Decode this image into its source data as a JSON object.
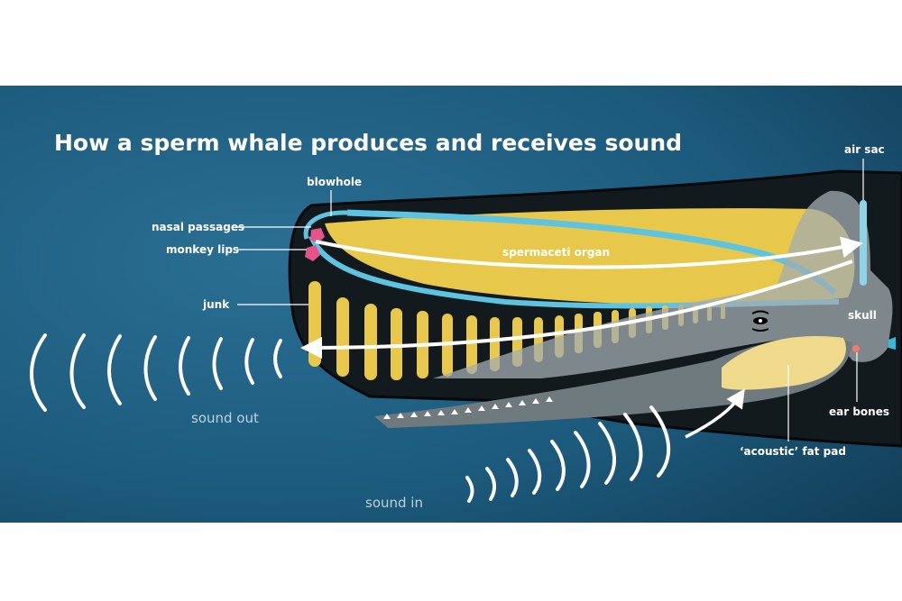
{
  "title": "How a sperm whale produces and receives sound",
  "labels": {
    "blowhole": "blowhole",
    "nasal_passages": "nasal passages",
    "monkey_lips": "monkey lips",
    "junk": "junk",
    "spermaceti_organ": "spermaceti organ",
    "air_sac": "air sac",
    "skull": "skull",
    "ear_bones": "ear bones",
    "acoustic_fat_pad": "‘acoustic’ fat pad",
    "sound_out": "sound out",
    "sound_in": "sound in"
  },
  "colors": {
    "ocean": "#1c5a7c",
    "body": "#121a1e",
    "spermaceti": "#e8c84a",
    "passages": "#5ec3df",
    "skull": "#8c9599",
    "lips": "#e8528a",
    "ear": "#f07a6a"
  }
}
